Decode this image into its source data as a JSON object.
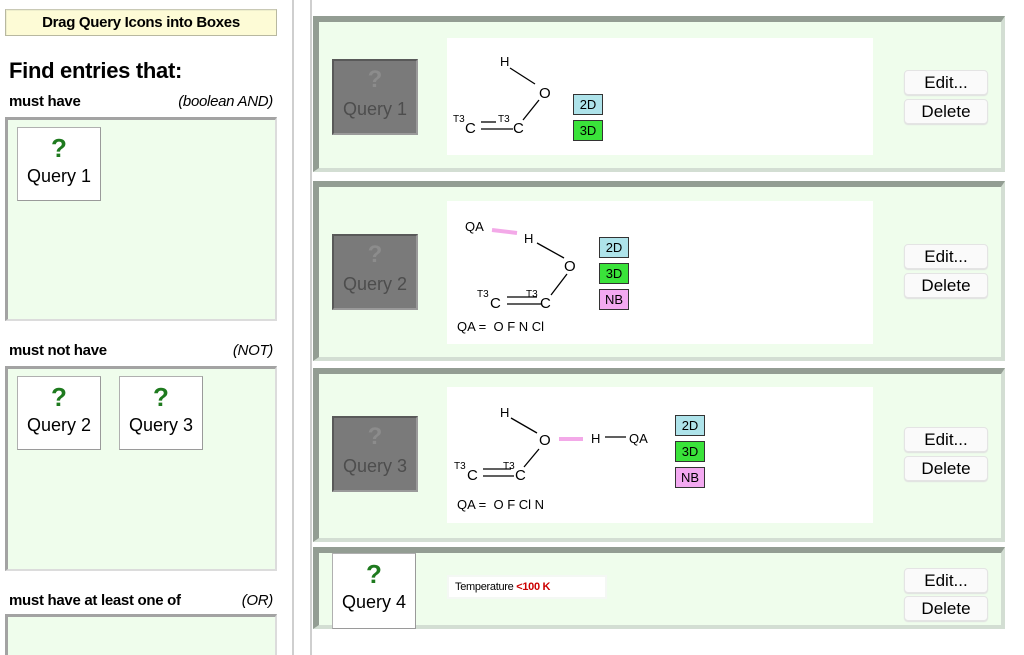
{
  "left_panel": {
    "instruction": "Drag Query Icons into Boxes",
    "heading": "Find entries that:",
    "sections": [
      {
        "label": "must have",
        "operator": "(boolean AND)",
        "queries": [
          "Query 1"
        ]
      },
      {
        "label": "must not have",
        "operator": "(NOT)",
        "queries": [
          "Query 2",
          "Query 3"
        ]
      },
      {
        "label": "must have at least one of",
        "operator": "(OR)",
        "queries": []
      }
    ],
    "icon_glyph": "?"
  },
  "queries": [
    {
      "name": "Query 1",
      "state": "used",
      "structure": {
        "atoms": [
          "H",
          "O",
          "C",
          "C"
        ],
        "labels": [
          "T3",
          "T3"
        ]
      },
      "badges": [
        "2D",
        "3D"
      ],
      "qa_definition": null
    },
    {
      "name": "Query 2",
      "state": "used",
      "structure": {
        "atoms": [
          "QA",
          "H",
          "O",
          "C",
          "C"
        ],
        "labels": [
          "T3",
          "T3"
        ]
      },
      "badges": [
        "2D",
        "3D",
        "NB"
      ],
      "qa_prefix": "QA =",
      "qa_definition": "O F N Cl"
    },
    {
      "name": "Query 3",
      "state": "used",
      "structure": {
        "atoms": [
          "H",
          "O",
          "H",
          "QA",
          "C",
          "C"
        ],
        "labels": [
          "T3",
          "T3"
        ]
      },
      "badges": [
        "2D",
        "3D",
        "NB"
      ],
      "qa_prefix": "QA =",
      "qa_definition": "O F Cl N"
    },
    {
      "name": "Query 4",
      "state": "available",
      "condition": {
        "property": "Temperature",
        "value": "<100 K"
      }
    }
  ],
  "buttons": {
    "edit": "Edit...",
    "delete": "Delete"
  },
  "atoms": {
    "H": "H",
    "O": "O",
    "C": "C",
    "T3": "T3",
    "QA": "QA"
  },
  "colors": {
    "dropzone_bg": "#effdec",
    "question_green": "#1e7a1e",
    "badge_2d": "#aee3ea",
    "badge_3d": "#3ae33a",
    "badge_nb": "#f3a9f1",
    "nb_contact": "#f3a9e8",
    "temperature_value": "#cc0000"
  }
}
